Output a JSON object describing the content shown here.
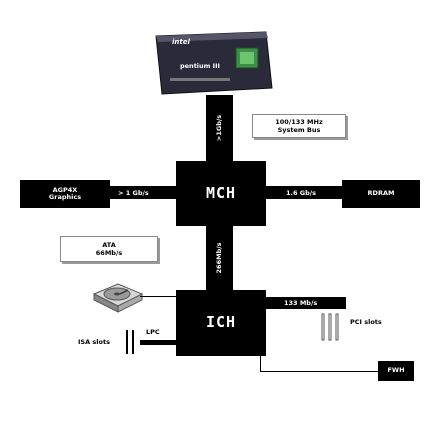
{
  "cpu": {
    "logo": "intel",
    "model": "pentium III"
  },
  "hubs": {
    "mch": "MCH",
    "ich": "ICH"
  },
  "agp": {
    "line1": "AGP4X",
    "line2": "Graphics"
  },
  "rdram": {
    "label": "RDRAM"
  },
  "fwh": {
    "label": "FWH"
  },
  "links": {
    "cpu_bus": ">1Gb/s",
    "agp": "> 1 Gb/s",
    "rdram": "1.6 Gb/s",
    "hub": "266Mb/s",
    "pci": "133 Mb/s",
    "lpc": "LPC"
  },
  "notes": {
    "system_bus_line1": "100/133 MHz",
    "system_bus_line2": "System Bus",
    "ata_line1": "ATA",
    "ata_line2": "66Mb/s"
  },
  "slots": {
    "pci": "PCI slots",
    "isa": "ISA slots"
  },
  "icons": [
    "cpu-chip-icon",
    "hard-disk-icon",
    "pci-slots-icon",
    "isa-slots-icon"
  ],
  "colors": {
    "block": "#000000",
    "background": "#ffffff"
  }
}
